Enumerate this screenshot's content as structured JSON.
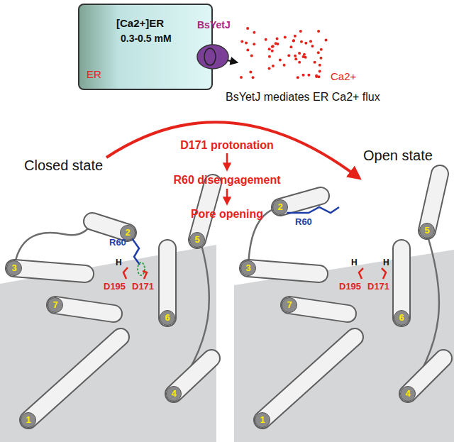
{
  "diagram": {
    "nodes": [
      {
        "text": [
          "[Ca2+]ER",
          "0.3-0.5 mM",
          "ER"
        ]
      },
      {
        "text": [
          "BsYetJ"
        ]
      },
      {
        "text": [
          "1"
        ]
      },
      {
        "text": [
          "2"
        ]
      },
      {
        "text": [
          "3"
        ]
      },
      {
        "text": [
          "4"
        ]
      },
      {
        "text": [
          "5"
        ]
      },
      {
        "text": [
          "6"
        ]
      },
      {
        "text": [
          "7"
        ]
      },
      {
        "text": [
          "1"
        ]
      },
      {
        "text": [
          "2"
        ]
      },
      {
        "text": [
          "3"
        ]
      },
      {
        "text": [
          "4"
        ]
      },
      {
        "text": [
          "5"
        ]
      },
      {
        "text": [
          "6"
        ]
      },
      {
        "text": [
          "7"
        ]
      }
    ],
    "labels": [
      "Ca2+",
      "BsYetJ mediates ER Ca2+ flux",
      "Closed state",
      "Open state",
      "D171 protonation",
      "R60 disengagement",
      "Pore opening",
      "R60",
      "H",
      "D195",
      "D171",
      "R60",
      "H",
      "H",
      "D195",
      "D171"
    ]
  }
}
